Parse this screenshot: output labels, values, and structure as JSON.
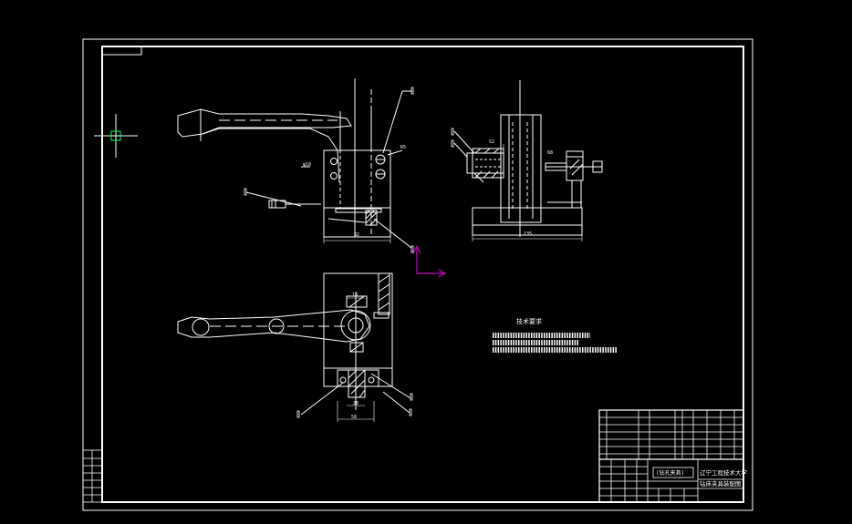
{
  "colors": {
    "background": "#000000",
    "lines": "#ffffff",
    "ucs_icon": "#c000c0",
    "crosshair_box": "#00ff66"
  },
  "tech_requirements": {
    "title": "技术要求"
  },
  "dimensions": {
    "front_width": "82",
    "side_width": "135",
    "side_top": "52",
    "side_right": "68",
    "top_width": "58",
    "top_inner": "28",
    "top_slot": "18",
    "hole_label": "φ10",
    "radius_label": "R5"
  },
  "title_block": {
    "part_name": "(钻孔夹具)",
    "school": "辽宁工程技术大学",
    "drawing_title": "钻床夹具装配图"
  },
  "icons": {
    "crosshair": "crosshair-cursor-icon",
    "ucs": "ucs-axes-icon"
  }
}
